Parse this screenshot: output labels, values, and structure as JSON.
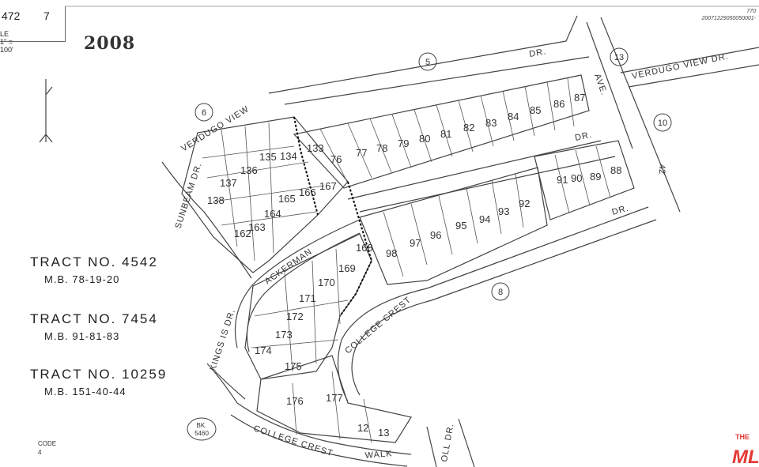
{
  "header": {
    "page_left": "472",
    "page_right": "7",
    "scale": "LE 1\" = 100'",
    "year": "2008",
    "doc_id_line1": "770",
    "doc_id_line2": "20071229050050001-"
  },
  "tracts": [
    {
      "name": "TRACT NO. 4542",
      "mb": "M.B. 78-19-20"
    },
    {
      "name": "TRACT NO. 7454",
      "mb": "M.B. 91-81-83"
    },
    {
      "name": "TRACT NO. 10259",
      "mb": "M.B. 151-40-44"
    }
  ],
  "roads": {
    "verdugo_view_top": "VERDUGO VIEW DR.",
    "verdugo_view_left": "VERDUGO VIEW",
    "dr_top": "DR.",
    "dr_mid": "DR.",
    "dr_lower": "DR.",
    "ave": "AVE.",
    "sunbeam": "SUNBEAM DR.",
    "ackerman": "ACKERMAN",
    "college_crest_mid": "COLLEGE CREST",
    "college_crest_bottom": "COLLEGE CREST",
    "walk": "WALK",
    "kingsley": "KINGS IS DR.",
    "knoll": "OLL DR."
  },
  "block_numbers": [
    "5",
    "13",
    "6",
    "10",
    "42",
    "8"
  ],
  "book_ref": {
    "line1": "BK.",
    "line2": "5460"
  },
  "lots": {
    "row_top": [
      "133",
      "76",
      "77",
      "78",
      "79",
      "80",
      "81",
      "82",
      "83",
      "84",
      "85",
      "86",
      "87"
    ],
    "row_mid": [
      "91",
      "90",
      "89",
      "88"
    ],
    "row_lower": [
      "97",
      "96",
      "95",
      "94",
      "93",
      "92"
    ],
    "left_cluster": [
      "134",
      "135",
      "136",
      "137",
      "138",
      "167",
      "166",
      "165",
      "164",
      "163",
      "162"
    ],
    "middle_cluster": [
      "168",
      "169",
      "98",
      "170",
      "171",
      "172",
      "173",
      "174",
      "175"
    ],
    "bottom_cluster": [
      "176",
      "177",
      "12",
      "13"
    ]
  },
  "footer": {
    "code_label": "CODE",
    "code_value": "4"
  },
  "logo": {
    "line1": "THE",
    "line2": "MLS",
    "color": "#e53935"
  },
  "colors": {
    "line": "#444444",
    "background": "#ffffff"
  }
}
